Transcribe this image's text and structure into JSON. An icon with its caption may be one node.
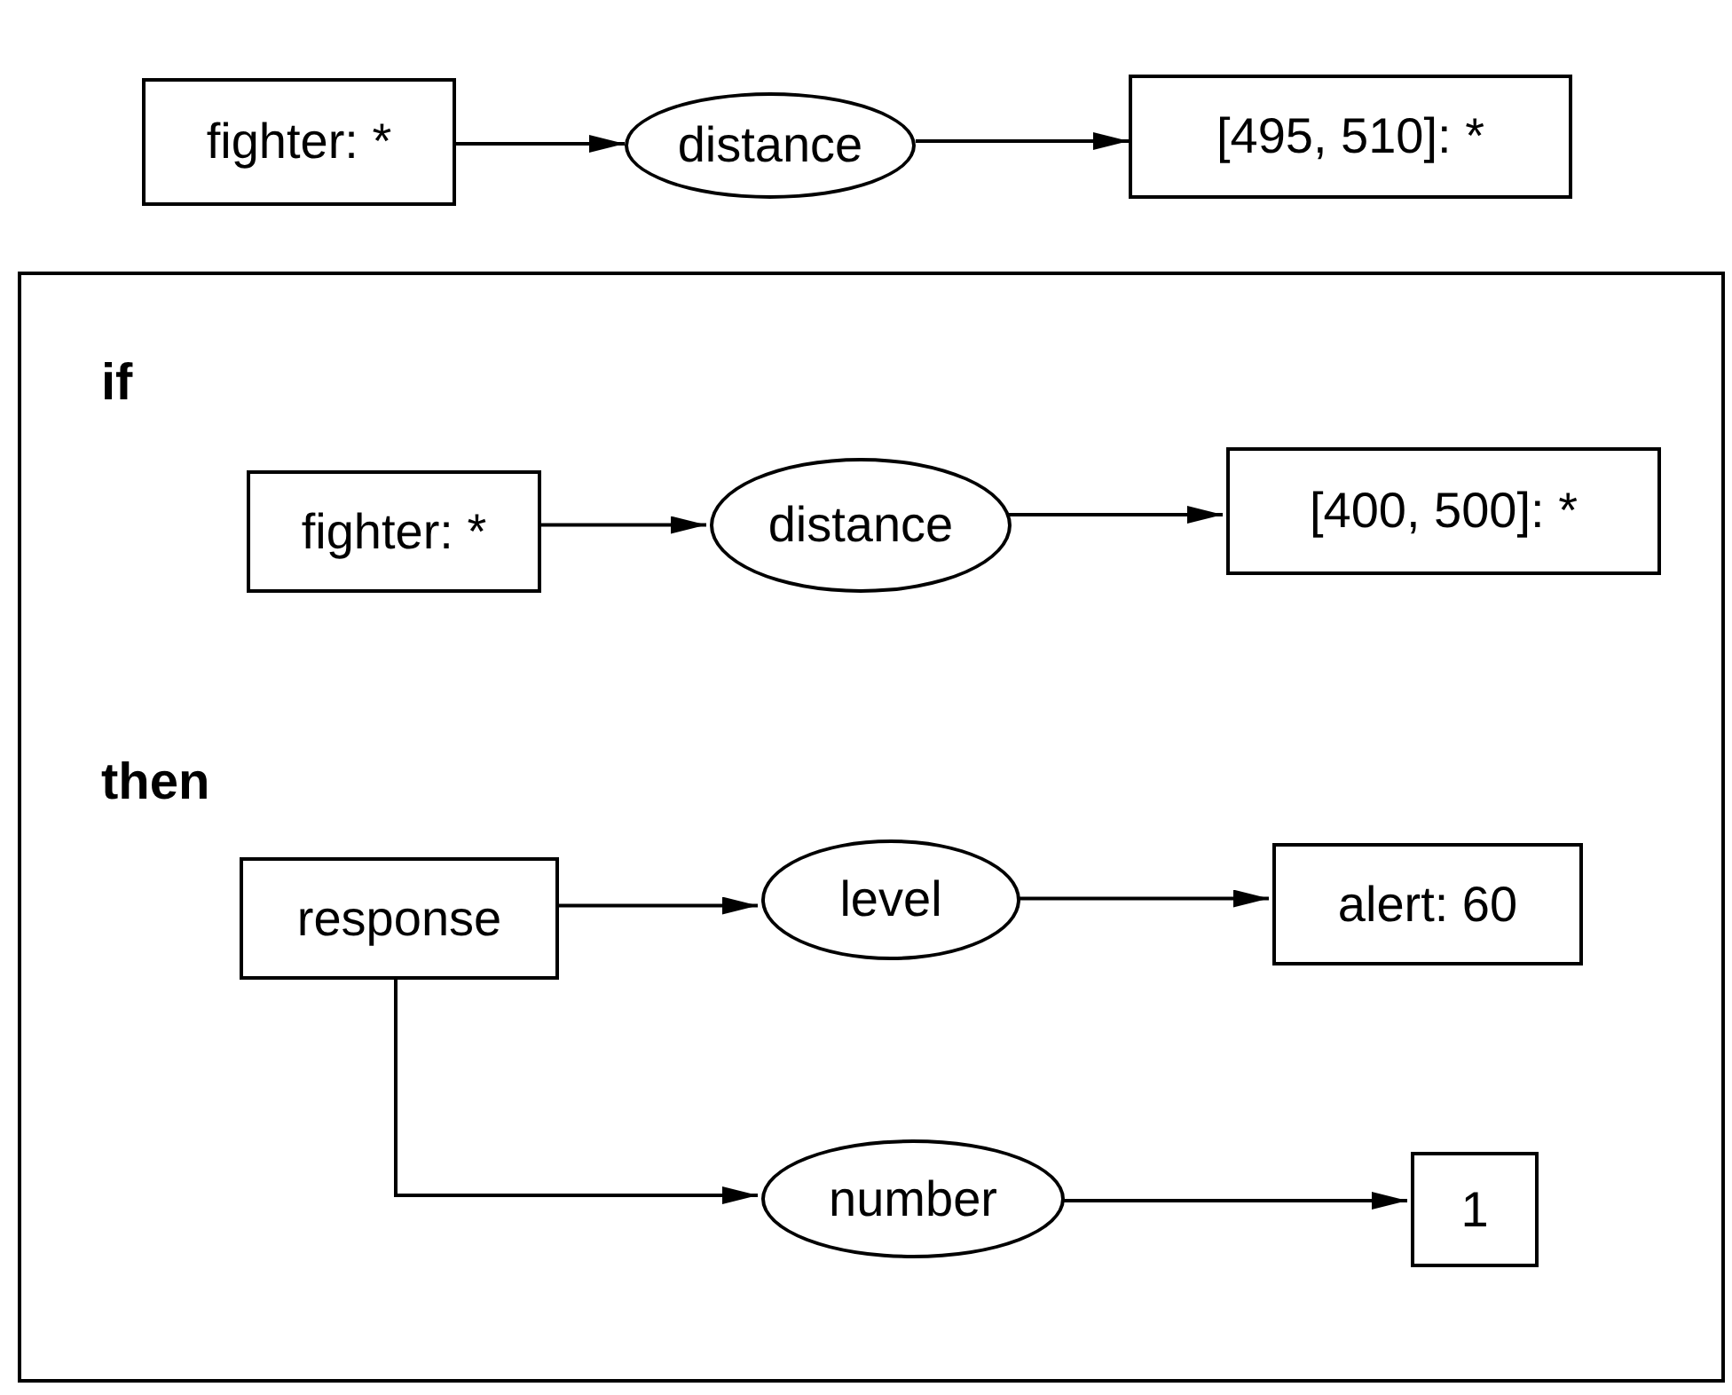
{
  "diagram": {
    "nodes": [
      {
        "text": [
          "fighter: *"
        ]
      },
      {
        "text": [
          "distance"
        ]
      },
      {
        "text": [
          "[495, 510]: *"
        ]
      },
      {
        "text": [
          "if",
          "then"
        ]
      },
      {
        "text": [
          "fighter: *"
        ],
        "in": 3
      },
      {
        "text": [
          "distance"
        ],
        "in": 3
      },
      {
        "text": [
          "[400, 500]: *"
        ],
        "in": 3
      },
      {
        "text": [
          "response"
        ],
        "in": 3
      },
      {
        "text": [
          "level"
        ],
        "in": 3
      },
      {
        "text": [
          "alert: 60"
        ],
        "in": 3
      },
      {
        "text": [
          "number"
        ],
        "in": 3
      },
      {
        "text": [
          "1"
        ],
        "in": 3
      }
    ],
    "edges": [
      {
        "from": 0,
        "to": 1,
        "arrow": "to"
      },
      {
        "from": 1,
        "to": 2,
        "arrow": "to"
      },
      {
        "from": 4,
        "to": 5,
        "arrow": "to"
      },
      {
        "from": 5,
        "to": 6,
        "arrow": "to"
      },
      {
        "from": 7,
        "to": 8,
        "arrow": "to"
      },
      {
        "from": 8,
        "to": 9,
        "arrow": "to"
      },
      {
        "from": 7,
        "to": 10,
        "arrow": "to"
      },
      {
        "from": 10,
        "to": 11,
        "arrow": "to"
      }
    ]
  }
}
